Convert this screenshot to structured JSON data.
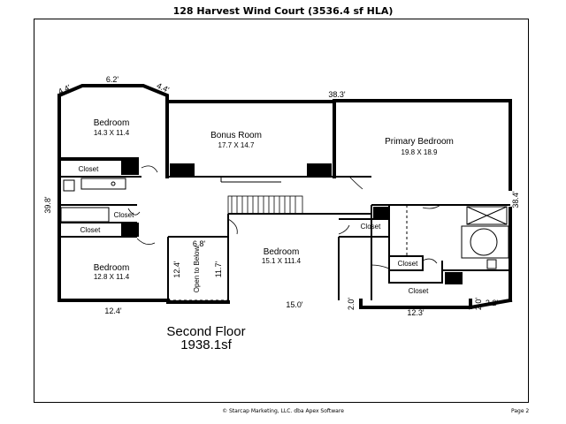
{
  "title": "128 Harvest Wind Court (3536.4 sf HLA)",
  "rooms": {
    "bedroom_nw": {
      "name": "Bedroom",
      "dims": "14.3 X 11.4"
    },
    "bonus": {
      "name": "Bonus Room",
      "dims": "17.7 X 14.7"
    },
    "primary": {
      "name": "Primary Bedroom",
      "dims": "19.8 X 18.9"
    },
    "bedroom_sw": {
      "name": "Bedroom",
      "dims": "12.8 X 11.4"
    },
    "bedroom_mid": {
      "name": "Bedroom",
      "dims": "15.1 X 111.4"
    }
  },
  "closets": {
    "c1": "Closet",
    "c2": "Closet",
    "c3": "Closet",
    "c4": "Closet",
    "c5": "Closet",
    "c6": "Closet"
  },
  "open_to_below": "Open to Below",
  "dimensions": {
    "d_6_2": "6.2'",
    "d_4_4_left": "4.4'",
    "d_4_4_right": "4.4'",
    "d_38_3": "38.3'",
    "d_39_8": "39.8'",
    "d_38_4": "38.4'",
    "d_6_8": "6.8'",
    "d_12_4_v": "12.4'",
    "d_11_7": "11.7'",
    "d_12_4_h": "12.4'",
    "d_15_0": "15.0'",
    "d_2_0_a": "2.0'",
    "d_12_3": "12.3'",
    "d_2_0_b": "2.0'",
    "d_2_2": "2.2'"
  },
  "floor": {
    "name": "Second Floor",
    "area": "1938.1sf"
  },
  "footer": {
    "credit": "© Starcap Marketing, LLC. dba Apex Software",
    "page": "Page 2"
  }
}
